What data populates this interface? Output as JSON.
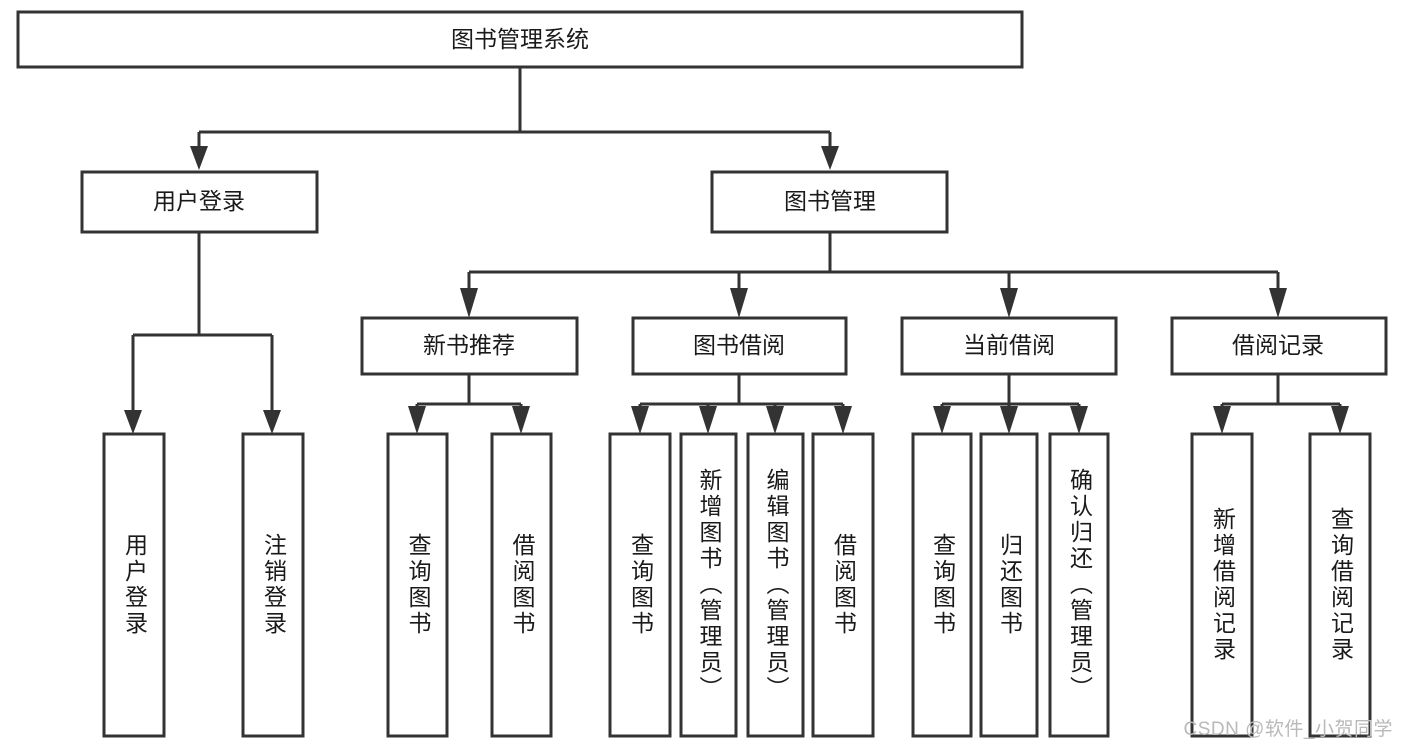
{
  "diagram": {
    "title": "图书管理系统",
    "type": "tree-hierarchy-chart",
    "colors": {
      "stroke": "#333333",
      "box_fill": "#ffffff",
      "text": "#1a1a1a",
      "watermark": "#b9b9b9",
      "background": "#ffffff"
    },
    "root": {
      "label": "图书管理系统"
    },
    "level2": [
      {
        "label": "用户登录"
      },
      {
        "label": "图书管理"
      }
    ],
    "level3": [
      {
        "label": "新书推荐"
      },
      {
        "label": "图书借阅"
      },
      {
        "label": "当前借阅"
      },
      {
        "label": "借阅记录"
      }
    ],
    "leaves": {
      "user_login": [
        {
          "label": "用户登录"
        },
        {
          "label": "注销登录"
        }
      ],
      "new_book_recommend": [
        {
          "label": "查询图书"
        },
        {
          "label": "借阅图书"
        }
      ],
      "book_borrow": [
        {
          "label": "查询图书"
        },
        {
          "label": "新增图书（管理员）"
        },
        {
          "label": "编辑图书（管理员）"
        },
        {
          "label": "借阅图书"
        }
      ],
      "current_borrow": [
        {
          "label": "查询图书"
        },
        {
          "label": "归还图书"
        },
        {
          "label": "确认归还（管理员）"
        }
      ],
      "borrow_record": [
        {
          "label": "新增借阅记录"
        },
        {
          "label": "查询借阅记录"
        }
      ]
    }
  },
  "watermark": {
    "text": "CSDN @软件_小贺同学"
  }
}
